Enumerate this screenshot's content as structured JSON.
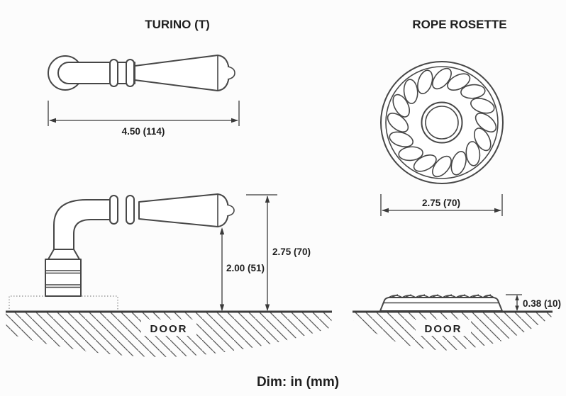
{
  "page": {
    "footer": "Dim: in (mm)",
    "line_color": "#474747",
    "dim_color": "#3a3a3a",
    "text_color": "#1f1f1f",
    "background": "#fcfcfc"
  },
  "turino": {
    "title": "TURINO (T)",
    "length_dim": "4.50 (114)",
    "lever_height_dim": "2.00 (51)",
    "overall_height_dim": "2.75 (70)",
    "door_label": "DOOR"
  },
  "rosette": {
    "title": "ROPE ROSETTE",
    "diameter_dim": "2.75 (70)",
    "thickness_dim": "0.38 (10)",
    "door_label": "DOOR"
  }
}
